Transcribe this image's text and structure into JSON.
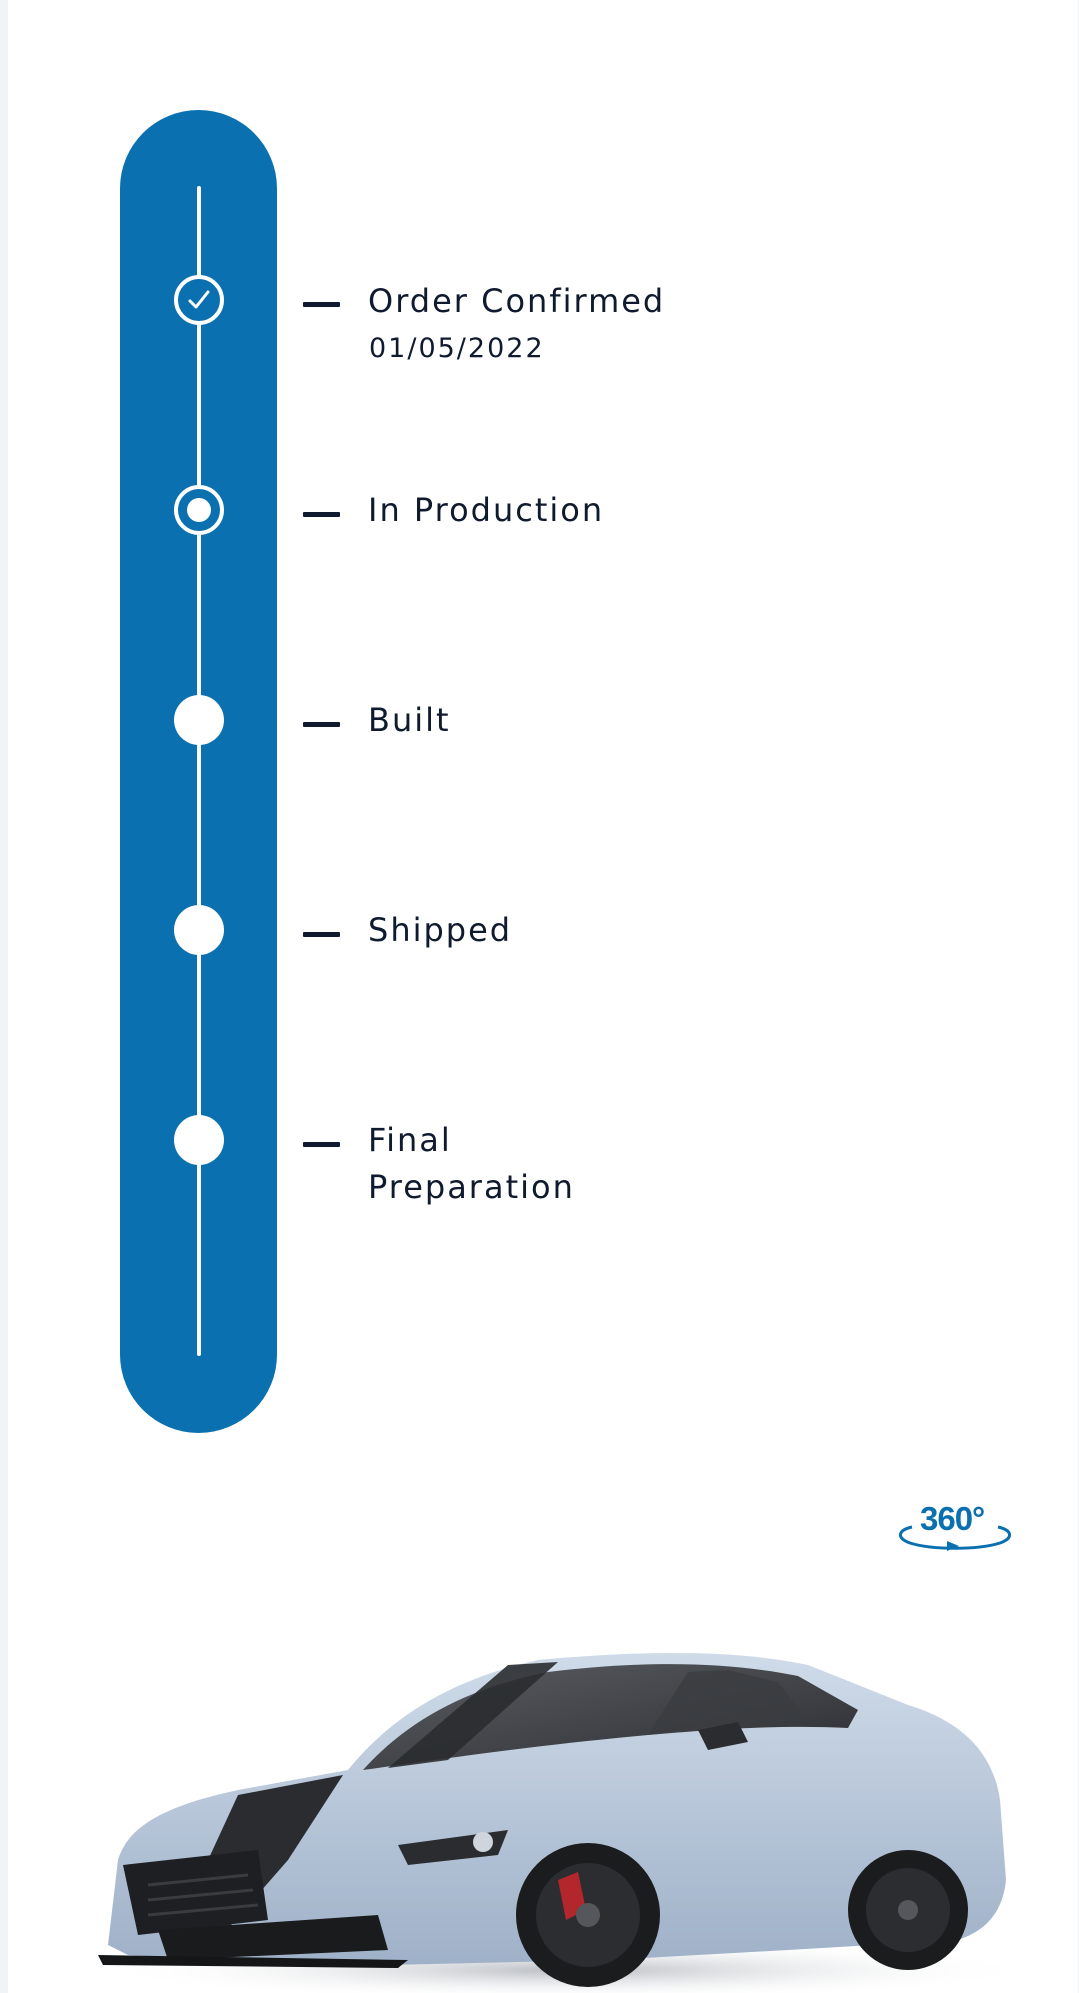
{
  "timeline": {
    "steps": [
      {
        "label": "Order Confirmed",
        "date": "01/05/2022",
        "status": "complete"
      },
      {
        "label": "In Production",
        "status": "current"
      },
      {
        "label": "Built",
        "status": "pending"
      },
      {
        "label": "Shipped",
        "status": "pending"
      },
      {
        "label": "Final",
        "label_line2": "Preparation",
        "status": "pending"
      }
    ]
  },
  "viewer": {
    "badge_text": "360°",
    "icon": "rotate-360-icon"
  },
  "vehicle": {
    "image": "car-image"
  },
  "colors": {
    "accent": "#0a70b0",
    "text": "#0f1a2e",
    "car_body": "#b9c8dc",
    "stripe": "#2a2c30"
  }
}
